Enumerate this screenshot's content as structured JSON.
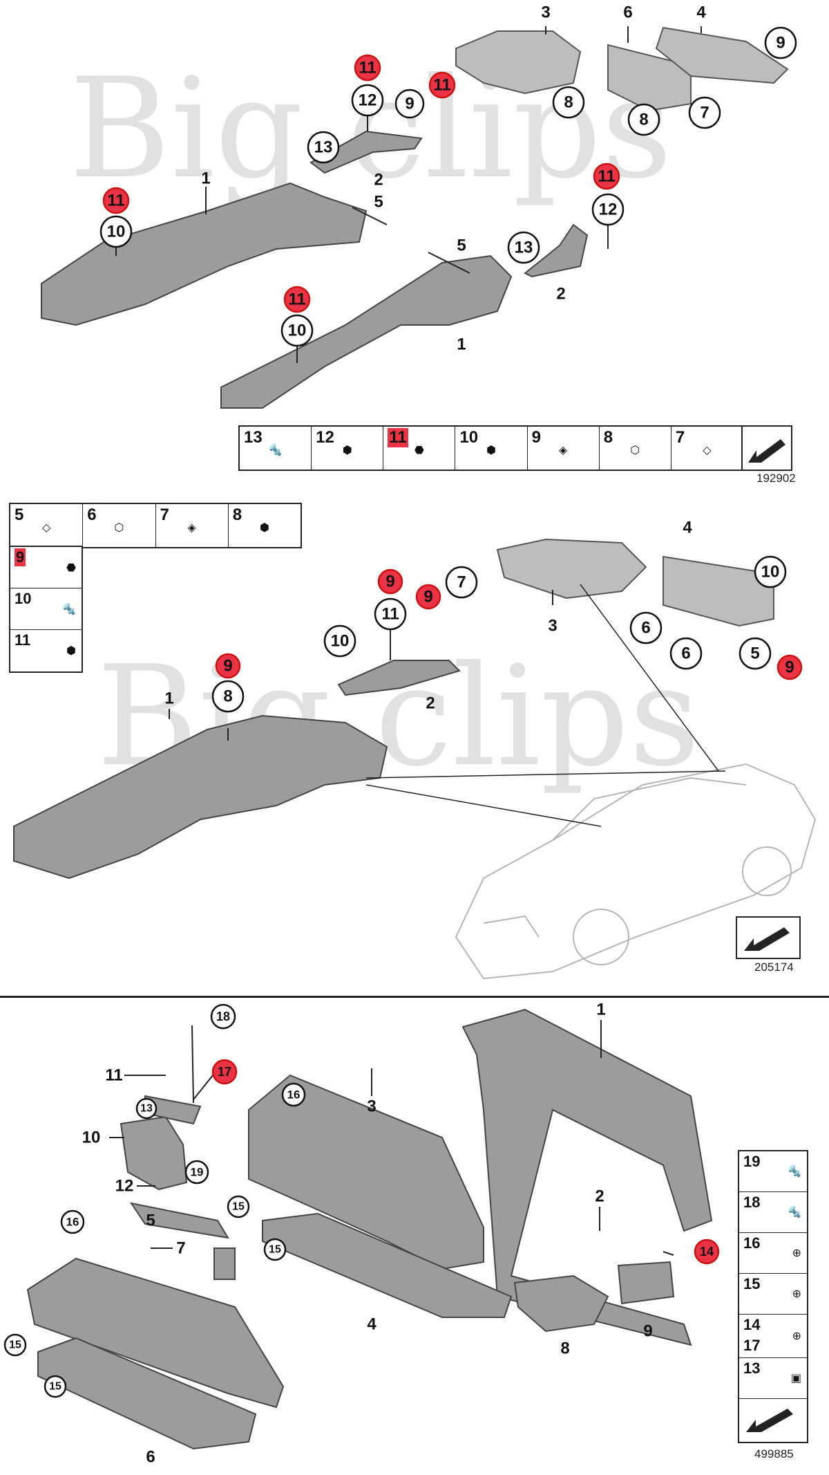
{
  "watermark": "Big clips",
  "diagrams": [
    {
      "ref": "192902",
      "callouts": {
        "c3": "3",
        "c6": "6",
        "c4": "4",
        "c9a": "9",
        "c11a": "11",
        "c12a": "12",
        "c9b": "9",
        "c11b": "11",
        "c8a": "8",
        "c8b": "8",
        "c7": "7",
        "c13a": "13",
        "c2a": "2",
        "c1a": "1",
        "c11c": "11",
        "c10a": "10",
        "c5a": "5",
        "c11d": "11",
        "c12b": "12",
        "c5b": "5",
        "c13b": "13",
        "c2b": "2",
        "c11e": "11",
        "c10b": "10",
        "c1b": "1"
      },
      "legend": [
        "13",
        "12",
        "11",
        "10",
        "9",
        "8",
        "7"
      ]
    },
    {
      "ref": "205174",
      "callouts": {
        "c4": "4",
        "c10a": "10",
        "c9a": "9",
        "c9b": "9",
        "c7": "7",
        "c3": "3",
        "c6a": "6",
        "c11": "11",
        "c6b": "6",
        "c5": "5",
        "c9c": "9",
        "c10b": "10",
        "c9d": "9",
        "c8": "8",
        "c2": "2",
        "c1": "1"
      },
      "legend_top": [
        "5",
        "6",
        "7",
        "8"
      ],
      "legend_side": [
        "9",
        "10",
        "11"
      ]
    },
    {
      "ref": "499885",
      "callouts": {
        "c18": "18",
        "c11": "11",
        "c17": "17",
        "c1": "1",
        "c13": "13",
        "c16a": "16",
        "c3": "3",
        "c10": "10",
        "c19": "19",
        "c12": "12",
        "c15a": "15",
        "c2": "2",
        "c16b": "16",
        "c5": "5",
        "c7": "7",
        "c15b": "15",
        "c14": "14",
        "c9": "9",
        "c8": "8",
        "c4": "4",
        "c15c": "15",
        "c15d": "15",
        "c6": "6"
      },
      "legend": [
        "19",
        "18",
        "16",
        "15",
        "14",
        "17",
        "13"
      ]
    }
  ],
  "colors": {
    "highlight": "#ea3345",
    "part": "#9c9c9c"
  }
}
